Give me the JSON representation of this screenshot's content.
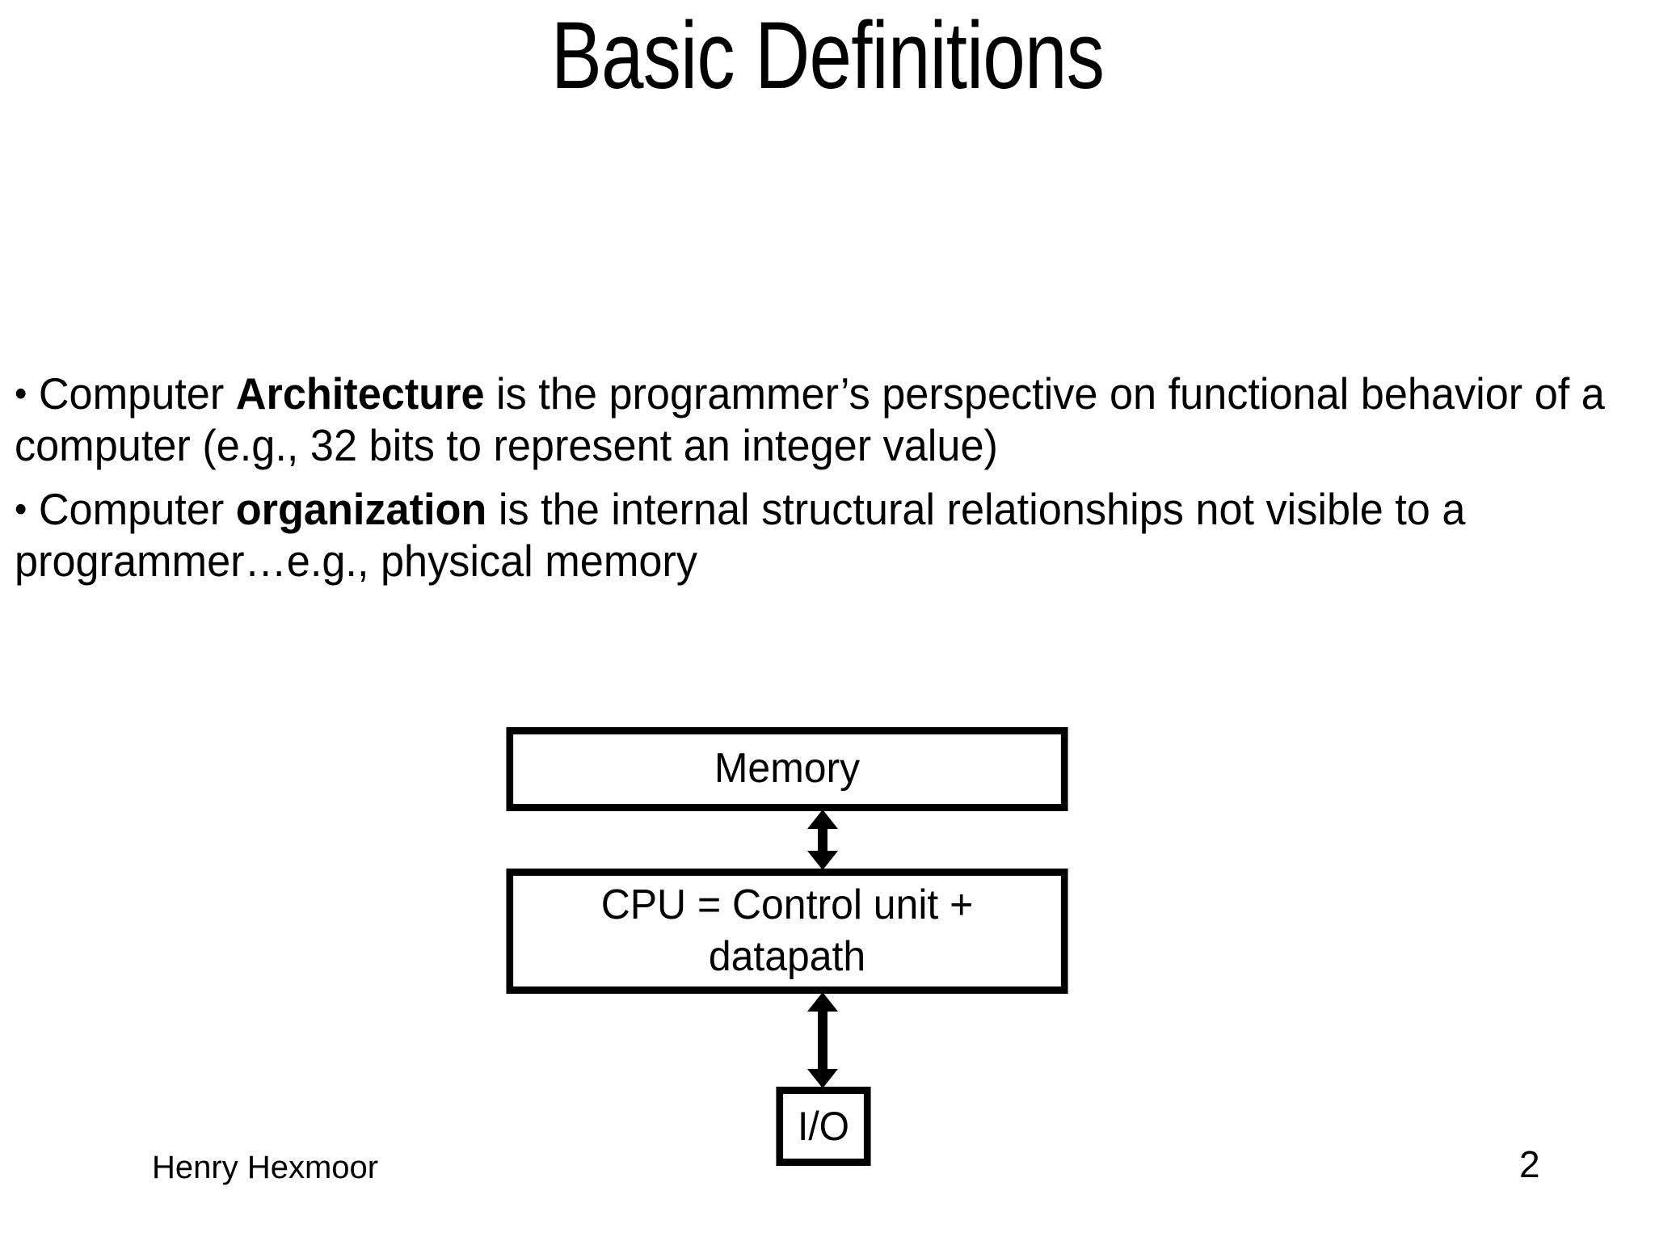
{
  "slide": {
    "title": "Basic Definitions",
    "page_number": "2",
    "author": "Henry Hexmoor",
    "background_color": "#ffffff",
    "text_color": "#000000"
  },
  "bullets": [
    {
      "marker": "•",
      "lead": "Computer ",
      "emphasis": "Architecture",
      "rest": " is the programmer’s perspective on functional behavior of a computer (e.g., 32 bits to represent an integer value)"
    },
    {
      "marker": "•",
      "lead": "Computer ",
      "emphasis": "organization",
      "rest": " is the internal structural relationships not visible to a programmer…e.g., physical memory"
    }
  ],
  "diagram": {
    "type": "block-diagram",
    "nodes": [
      {
        "id": "memory",
        "label": "Memory"
      },
      {
        "id": "cpu",
        "label_line1": "CPU = Control unit +",
        "label_line2": "datapath"
      },
      {
        "id": "io",
        "label": "I/O"
      }
    ],
    "connections": [
      {
        "from": "memory",
        "to": "cpu",
        "style": "double-arrow-vertical"
      },
      {
        "from": "cpu",
        "to": "io",
        "style": "double-arrow-vertical"
      }
    ]
  }
}
